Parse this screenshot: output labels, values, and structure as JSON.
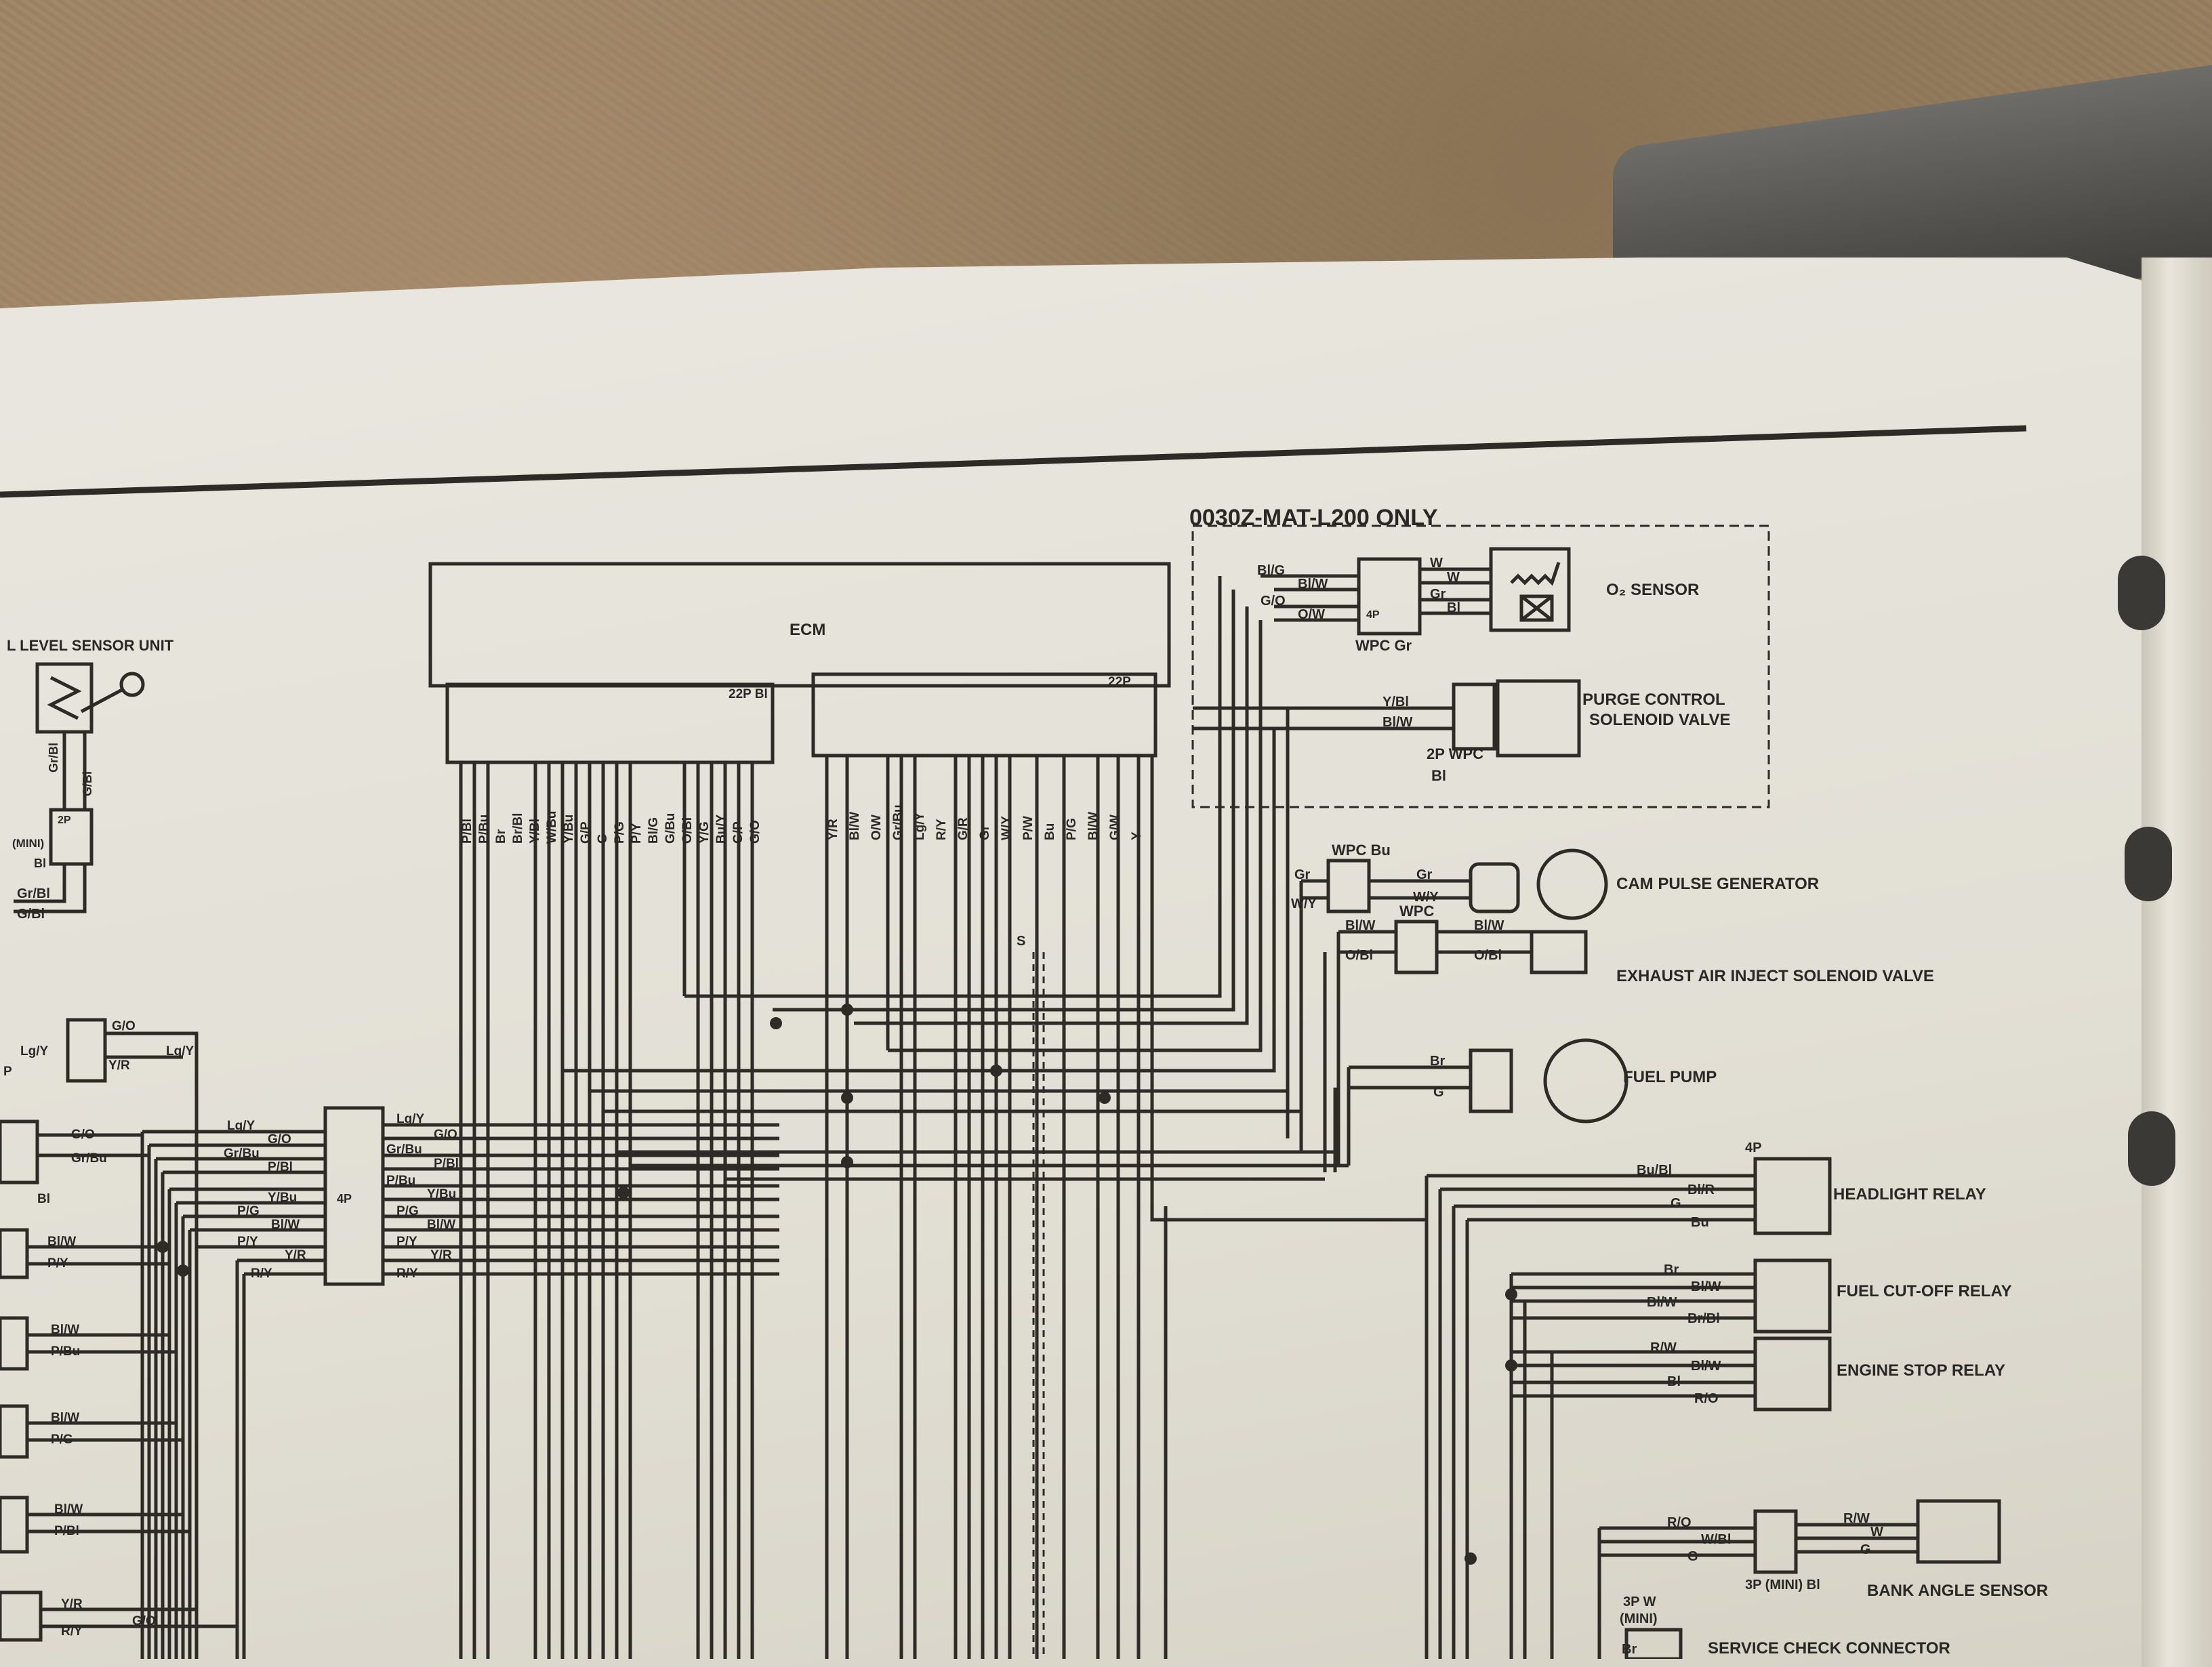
{
  "header": {
    "variant_note": "0030Z-MAT-L200 ONLY"
  },
  "ecm": {
    "title": "ECM",
    "connector_left": "22P Bl",
    "connector_right": "22P",
    "left_pins": [
      "P/Bl",
      "P/Bu",
      "Br",
      "Br/Bl",
      "Y/Bl",
      "W/Bu",
      "Y/Bu",
      "G/P",
      "G",
      "P/G",
      "P/Y",
      "Bl/G",
      "G/Bu",
      "O/Bl",
      "Y/G",
      "Bu/Y",
      "G/P",
      "G/O"
    ],
    "right_pins": [
      "Y/R",
      "Bl/W",
      "O/W",
      "Gr/Bu",
      "Lg/Y",
      "R/Y",
      "G/R",
      "Gr",
      "W/Y",
      "P/W",
      "Bu",
      "P/G",
      "Bl/W",
      "G/W",
      "Y"
    ]
  },
  "components": {
    "fuel_level_sensor": "L LEVEL SENSOR UNIT",
    "mini_connector": "(MINI)",
    "mini_color": "Bl",
    "mini_pins": "2P",
    "o2_sensor": "O₂ SENSOR",
    "o2_connector": "WPC Gr",
    "o2_pins": "4P",
    "purge_valve_line1": "PURGE CONTROL",
    "purge_valve_line2": "SOLENOID VALVE",
    "purge_connector": "2P WPC",
    "purge_color": "Bl",
    "cam_pulse": "CAM PULSE GENERATOR",
    "cam_connector": "WPC Bu",
    "exhaust_valve": "EXHAUST AIR INJECT SOLENOID VALVE",
    "exhaust_connector": "WPC",
    "fuel_pump": "FUEL PUMP",
    "headlight_relay": "HEADLIGHT RELAY",
    "headlight_pins": "4P",
    "fuel_cutoff_relay": "FUEL CUT-OFF RELAY",
    "engine_stop_relay": "ENGINE STOP RELAY",
    "bank_angle_sensor": "BANK ANGLE SENSOR",
    "bank_connector": "3P (MINI) Bl",
    "service_connector_line1": "3P W",
    "service_connector_line2": "(MINI)",
    "service_connector": "SERVICE CHECK CONNECTOR",
    "joint_connector": "4P",
    "splice_label": "S"
  },
  "wire_labels": {
    "o2": [
      "Bl/G",
      "Bl/W",
      "G/O",
      "O/W",
      "W",
      "W",
      "Gr",
      "Bl"
    ],
    "purge": [
      "Y/Bl",
      "Bl/W"
    ],
    "cam": [
      "Gr",
      "W/Y",
      "Gr",
      "W/Y"
    ],
    "exhaust": [
      "Bl/W",
      "O/Bl",
      "Bl/W",
      "O/Bl"
    ],
    "fuel_pump": [
      "Br",
      "G"
    ],
    "headlight": [
      "Bu/Bl",
      "Bl/R",
      "G",
      "Bu"
    ],
    "fuel_cutoff": [
      "Br",
      "Bl/W",
      "Bl/W",
      "Br/Bl"
    ],
    "engine_stop": [
      "R/W",
      "Bl/W",
      "Bl",
      "R/O"
    ],
    "bank": [
      "R/O",
      "W/Bl",
      "G",
      "R/W",
      "W",
      "G"
    ],
    "service": "Br",
    "fuel_level": [
      "Gr/Bl",
      "G/Bl",
      "Gr/Bl",
      "G/Bl"
    ],
    "joint_left": [
      "Lg/Y",
      "G/O",
      "Gr/Bu",
      "P/Bl",
      "Y/Bu",
      "P/G",
      "Bl/W",
      "P/Y",
      "Y/R",
      "R/Y"
    ],
    "joint_right": [
      "Lg/Y",
      "G/O",
      "Gr/Bu",
      "P/Bl",
      "P/Bu",
      "Y/Bu",
      "P/G",
      "Bl/W",
      "P/Y",
      "Y/R",
      "R/Y"
    ],
    "injector_top": [
      "G/O",
      "Lg/Y",
      "Y/R",
      "Lg/Y"
    ],
    "injector_2": [
      "G/O",
      "Gr/Bu"
    ],
    "injector_3": [
      "Bl/W",
      "P/Y"
    ],
    "injector_4": [
      "Bl/W",
      "P/Bu"
    ],
    "injector_5": [
      "Bl/W",
      "P/G"
    ],
    "injector_6": [
      "Bl/W",
      "P/Bl"
    ],
    "injector_bottom": [
      "Y/R",
      "R/Y",
      "G/O"
    ],
    "bl_marker": "Bl",
    "p_marker": "P"
  }
}
